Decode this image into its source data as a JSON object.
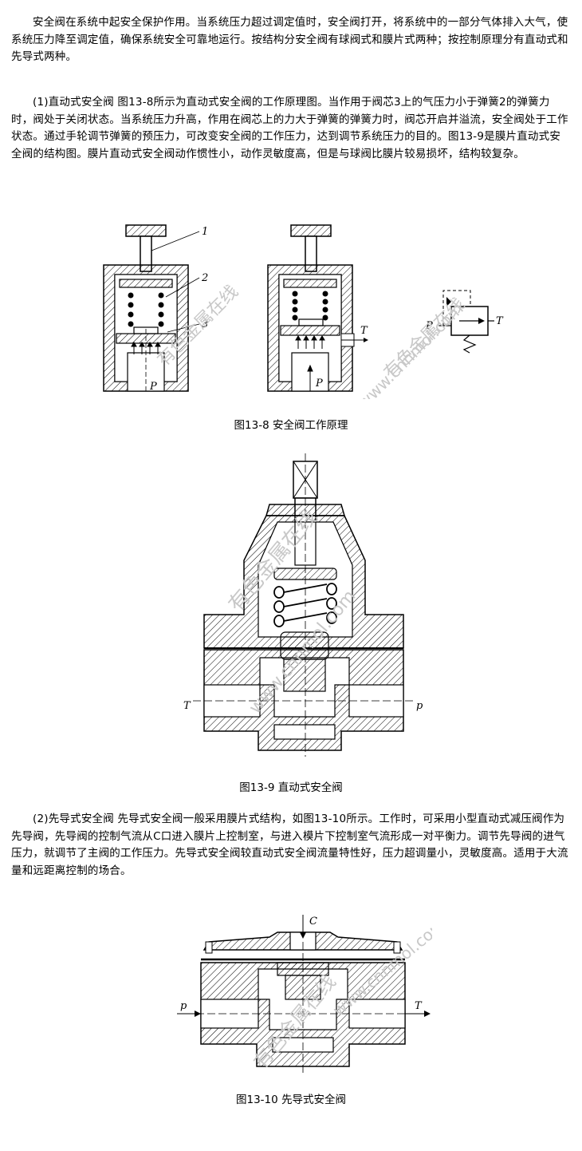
{
  "paragraphs": {
    "intro": "安全阀在系统中起安全保护作用。当系统压力超过调定值时，安全阀打开，将系统中的一部分气体排入大气，使系统压力降至调定值，确保系统安全可靠地运行。按结构分安全阀有球阀式和膜片式两种；按控制原理分有直动式和先导式两种。",
    "direct": "(1)直动式安全阀 图13-8所示为直动式安全阀的工作原理图。当作用于阀芯3上的气压力小于弹簧2的弹簧力时，阀处于关闭状态。当系统压力升高，作用在阀芯上的力大于弹簧的弹簧力时，阀芯开启并溢流，安全阀处于工作状态。通过手轮调节弹簧的预压力，可改变安全阀的工作压力，达到调节系统压力的目的。图13-9是膜片直动式安全阀的结构图。膜片直动式安全阀动作惯性小，动作灵敏度高，但是与球阀比膜片较易损坏，结构较复杂。",
    "pilot": "(2)先导式安全阀 先导式安全阀一般采用膜片式结构，如图13-10所示。工作时，可采用小型直动式减压阀作为先导阀，先导阀的控制气流从C口进入膜片上控制室，与进入模片下控制室气流形成一对平衡力。调节先导阀的进气压力，就调节了主阀的工作压力。先导式安全阀较直动式安全阀流量特性好，压力超调量小，灵敏度高。适用于大流量和远距离控制的场合。"
  },
  "figures": {
    "fig8": {
      "caption": "图13-8 安全阀工作原理",
      "labels": {
        "n1": "1",
        "n2": "2",
        "n3": "3",
        "p_left": "P",
        "p_mid": "P",
        "t_mid": "T",
        "p_sym": "P",
        "t_sym": "T"
      }
    },
    "fig9": {
      "caption": "图13-9 直动式安全阀",
      "labels": {
        "t": "T",
        "p": "p"
      }
    },
    "fig10": {
      "caption": "图13-10 先导式安全阀",
      "labels": {
        "c": "C",
        "p": "p",
        "t": "T"
      }
    }
  },
  "watermarks": {
    "cn": "有色金属在线",
    "en": "www.cnnmol.com"
  }
}
